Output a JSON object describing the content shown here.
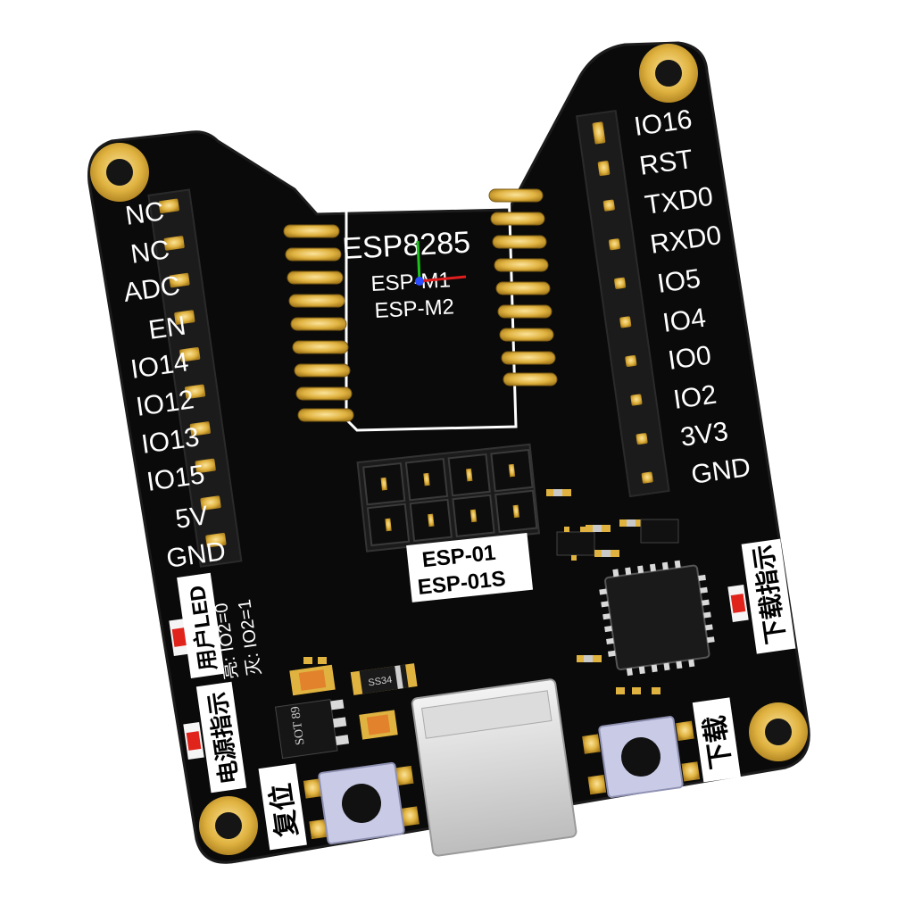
{
  "board": {
    "module_title": "ESP8285",
    "module_sub1": "ESP-M1",
    "module_sub2": "ESP-M2",
    "left_pins": [
      "NC",
      "NC",
      "ADC",
      "EN",
      "IO14",
      "IO12",
      "IO13",
      "IO15",
      "5V",
      "GND"
    ],
    "right_pins": [
      "IO16",
      "RST",
      "TXD0",
      "RXD0",
      "IO5",
      "IO4",
      "IO0",
      "IO2",
      "3V3",
      "GND"
    ],
    "esp01_label_1": "ESP-01",
    "esp01_label_2": "ESP-01S",
    "user_led_label": "用户LED",
    "led_on_note": "亮: IO2=0",
    "led_off_note": "灭: IO2=1",
    "power_indicator_label": "电源指示",
    "download_indicator_label": "下载指示",
    "reset_button_label": "复位",
    "download_button_label": "下载",
    "regulator_marking": "SOT 89",
    "diode_marking": "SS34"
  },
  "colors": {
    "pcb": "#0a0a0a",
    "pad_gold": "#e0b341",
    "silkscreen": "#ffffff",
    "header_plastic": "#1b1b1b",
    "led_red": "#e0241b",
    "button_body": "#c9cbe6"
  }
}
